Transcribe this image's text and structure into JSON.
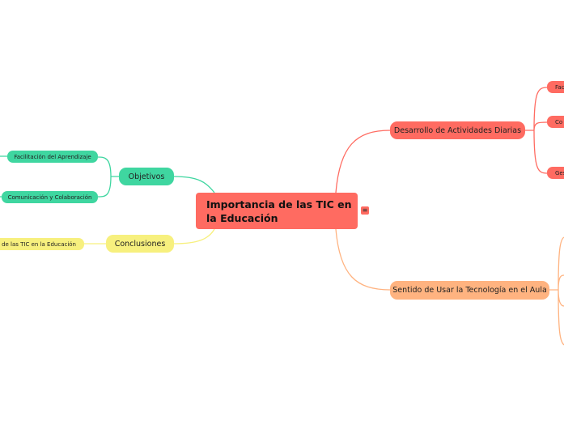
{
  "central": {
    "title": "Importancia de las TIC en la Educación",
    "color": "#ff6b61"
  },
  "left": {
    "objetivos": {
      "label": "Objetivos",
      "color": "#3fd6a0",
      "children": [
        "Facilitación del Aprendizaje",
        "Comunicación y Colaboración"
      ]
    },
    "conclusiones": {
      "label": "Conclusiones",
      "color": "#f7f07e",
      "children": [
        "to de las TIC en la Educación"
      ]
    }
  },
  "right": {
    "desarrollo": {
      "label": "Desarrollo de Actividades Diarias",
      "color": "#ff6b61",
      "children": [
        "Fac",
        "Co",
        "Ges"
      ]
    },
    "sentido": {
      "label": "Sentido de Usar la Tecnología en el Aula",
      "color": "#ffb380"
    }
  },
  "icons": {
    "notes": "menu-lines-icon"
  }
}
